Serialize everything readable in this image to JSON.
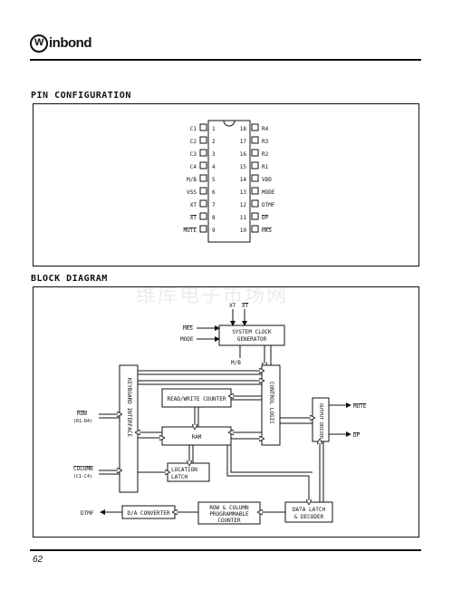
{
  "header": {
    "brand_mark": "W",
    "brand": "inbond"
  },
  "sections": {
    "pin_title": "PIN CONFIGURATION",
    "block_title": "BLOCK DIAGRAM"
  },
  "pins": {
    "left": [
      {
        "label": "C1",
        "num": "1"
      },
      {
        "label": "C2",
        "num": "2"
      },
      {
        "label": "C3",
        "num": "3"
      },
      {
        "label": "C4",
        "num": "4"
      },
      {
        "label": "M/B",
        "num": "5"
      },
      {
        "label": "VSS",
        "num": "6"
      },
      {
        "label": "XT",
        "num": "7"
      },
      {
        "label": "XT",
        "num": "8"
      },
      {
        "label": "MUTE",
        "num": "9"
      }
    ],
    "right": [
      {
        "label": "R4",
        "num": "18"
      },
      {
        "label": "R3",
        "num": "17"
      },
      {
        "label": "R2",
        "num": "16"
      },
      {
        "label": "R1",
        "num": "15"
      },
      {
        "label": "VDD",
        "num": "14"
      },
      {
        "label": "MODE",
        "num": "13"
      },
      {
        "label": "DTMF",
        "num": "12"
      },
      {
        "label": "DP",
        "num": "11"
      },
      {
        "label": "HKS",
        "num": "10"
      }
    ]
  },
  "diagram": {
    "xt_top": "XT",
    "xtb_top": "XT",
    "hks": "HKS",
    "mode": "MODE",
    "mb": "M/B",
    "clk_line1": "SYSTEM CLOCK",
    "clk_line2": "GENERATOR",
    "rw_counter": "READ/WRITE COUNTER",
    "ram": "RAM",
    "loc_line1": "LOCATION",
    "loc_line2": "LATCH",
    "keyboard": "KEYBOARD INTERFACE",
    "control": "CONTROL LOGIC",
    "output": "OUTPUT DRIVER",
    "row": "ROW",
    "row_sub": "(R1-R4)",
    "column": "COLUMN",
    "col_sub": "(C1-C4)",
    "mute": "MUTE",
    "dp": "DP",
    "dtmf": "DTMF",
    "da": "D/A CONVERTER",
    "prog_line1": "ROW & COLUMN",
    "prog_line2": "PROGRAMMABLE",
    "prog_line3": "COUNTER",
    "dl_line1": "DATA LATCH",
    "dl_line2": "& DECODER"
  },
  "watermark": "维库电子市场网",
  "footer": {
    "page": "62"
  }
}
